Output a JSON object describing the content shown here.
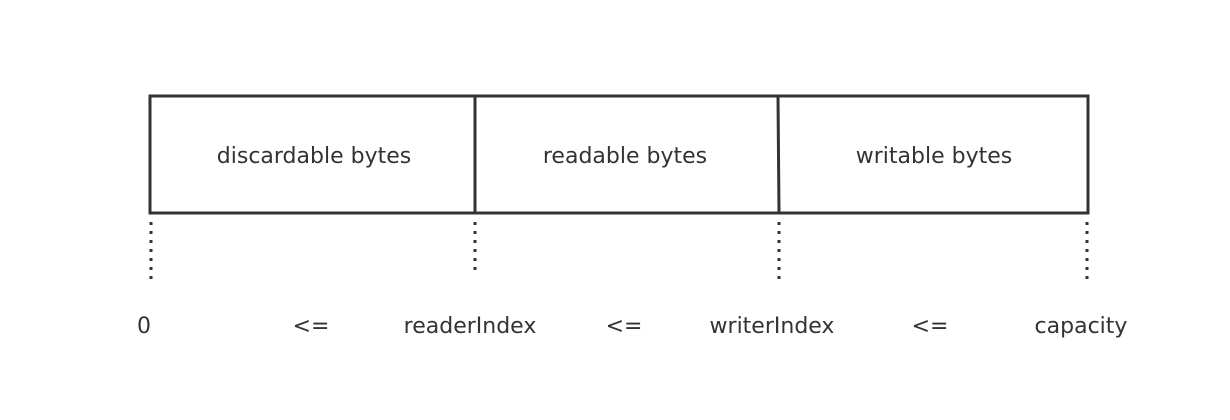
{
  "segments": {
    "discardable": "discardable bytes",
    "readable": "readable bytes",
    "writable": "writable bytes"
  },
  "index_row": {
    "zero": "0",
    "le_1": "<=",
    "reader_index": "readerIndex",
    "le_2": "<=",
    "writer_index": "writerIndex",
    "le_3": "<=",
    "capacity": "capacity"
  }
}
